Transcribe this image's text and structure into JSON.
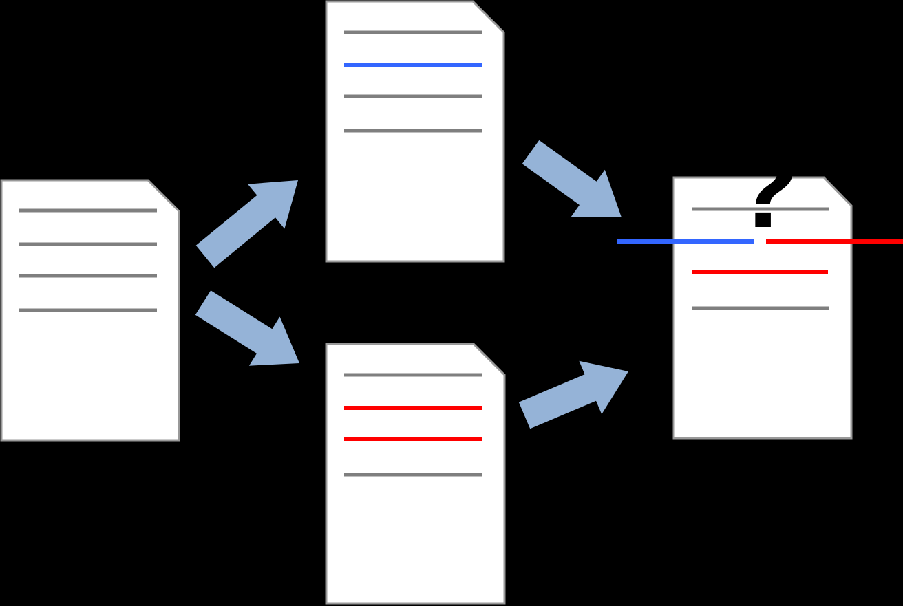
{
  "diagram": {
    "name": "document-merge-conflict-diagram",
    "question_mark": "?",
    "colors": {
      "background": "#000000",
      "document_fill": "#ffffff",
      "document_border": "#999999",
      "line_gray": "#7f7f7f",
      "line_blue": "#3366ff",
      "line_red": "#ff0000",
      "arrow_fill": "#95b3d7",
      "question_mark": "#000000"
    },
    "documents": [
      {
        "id": "original-document",
        "position": "left",
        "lines": [
          "gray",
          "gray",
          "gray",
          "gray"
        ]
      },
      {
        "id": "copy-with-blue-change",
        "position": "top-middle",
        "lines": [
          "gray",
          "blue",
          "gray",
          "gray"
        ]
      },
      {
        "id": "copy-with-red-changes",
        "position": "bottom-middle",
        "lines": [
          "gray",
          "red",
          "red",
          "gray"
        ]
      },
      {
        "id": "merged-document-with-conflict",
        "position": "right",
        "lines": [
          "gray",
          "blue-red-conflict",
          "red",
          "gray"
        ],
        "badge": "question-mark"
      }
    ],
    "arrows": [
      {
        "id": "arrow-original-to-blue-copy",
        "direction": "up-right"
      },
      {
        "id": "arrow-original-to-red-copy",
        "direction": "down-right"
      },
      {
        "id": "arrow-blue-copy-to-merged",
        "direction": "down-right"
      },
      {
        "id": "arrow-red-copy-to-merged",
        "direction": "up-right"
      }
    ]
  }
}
